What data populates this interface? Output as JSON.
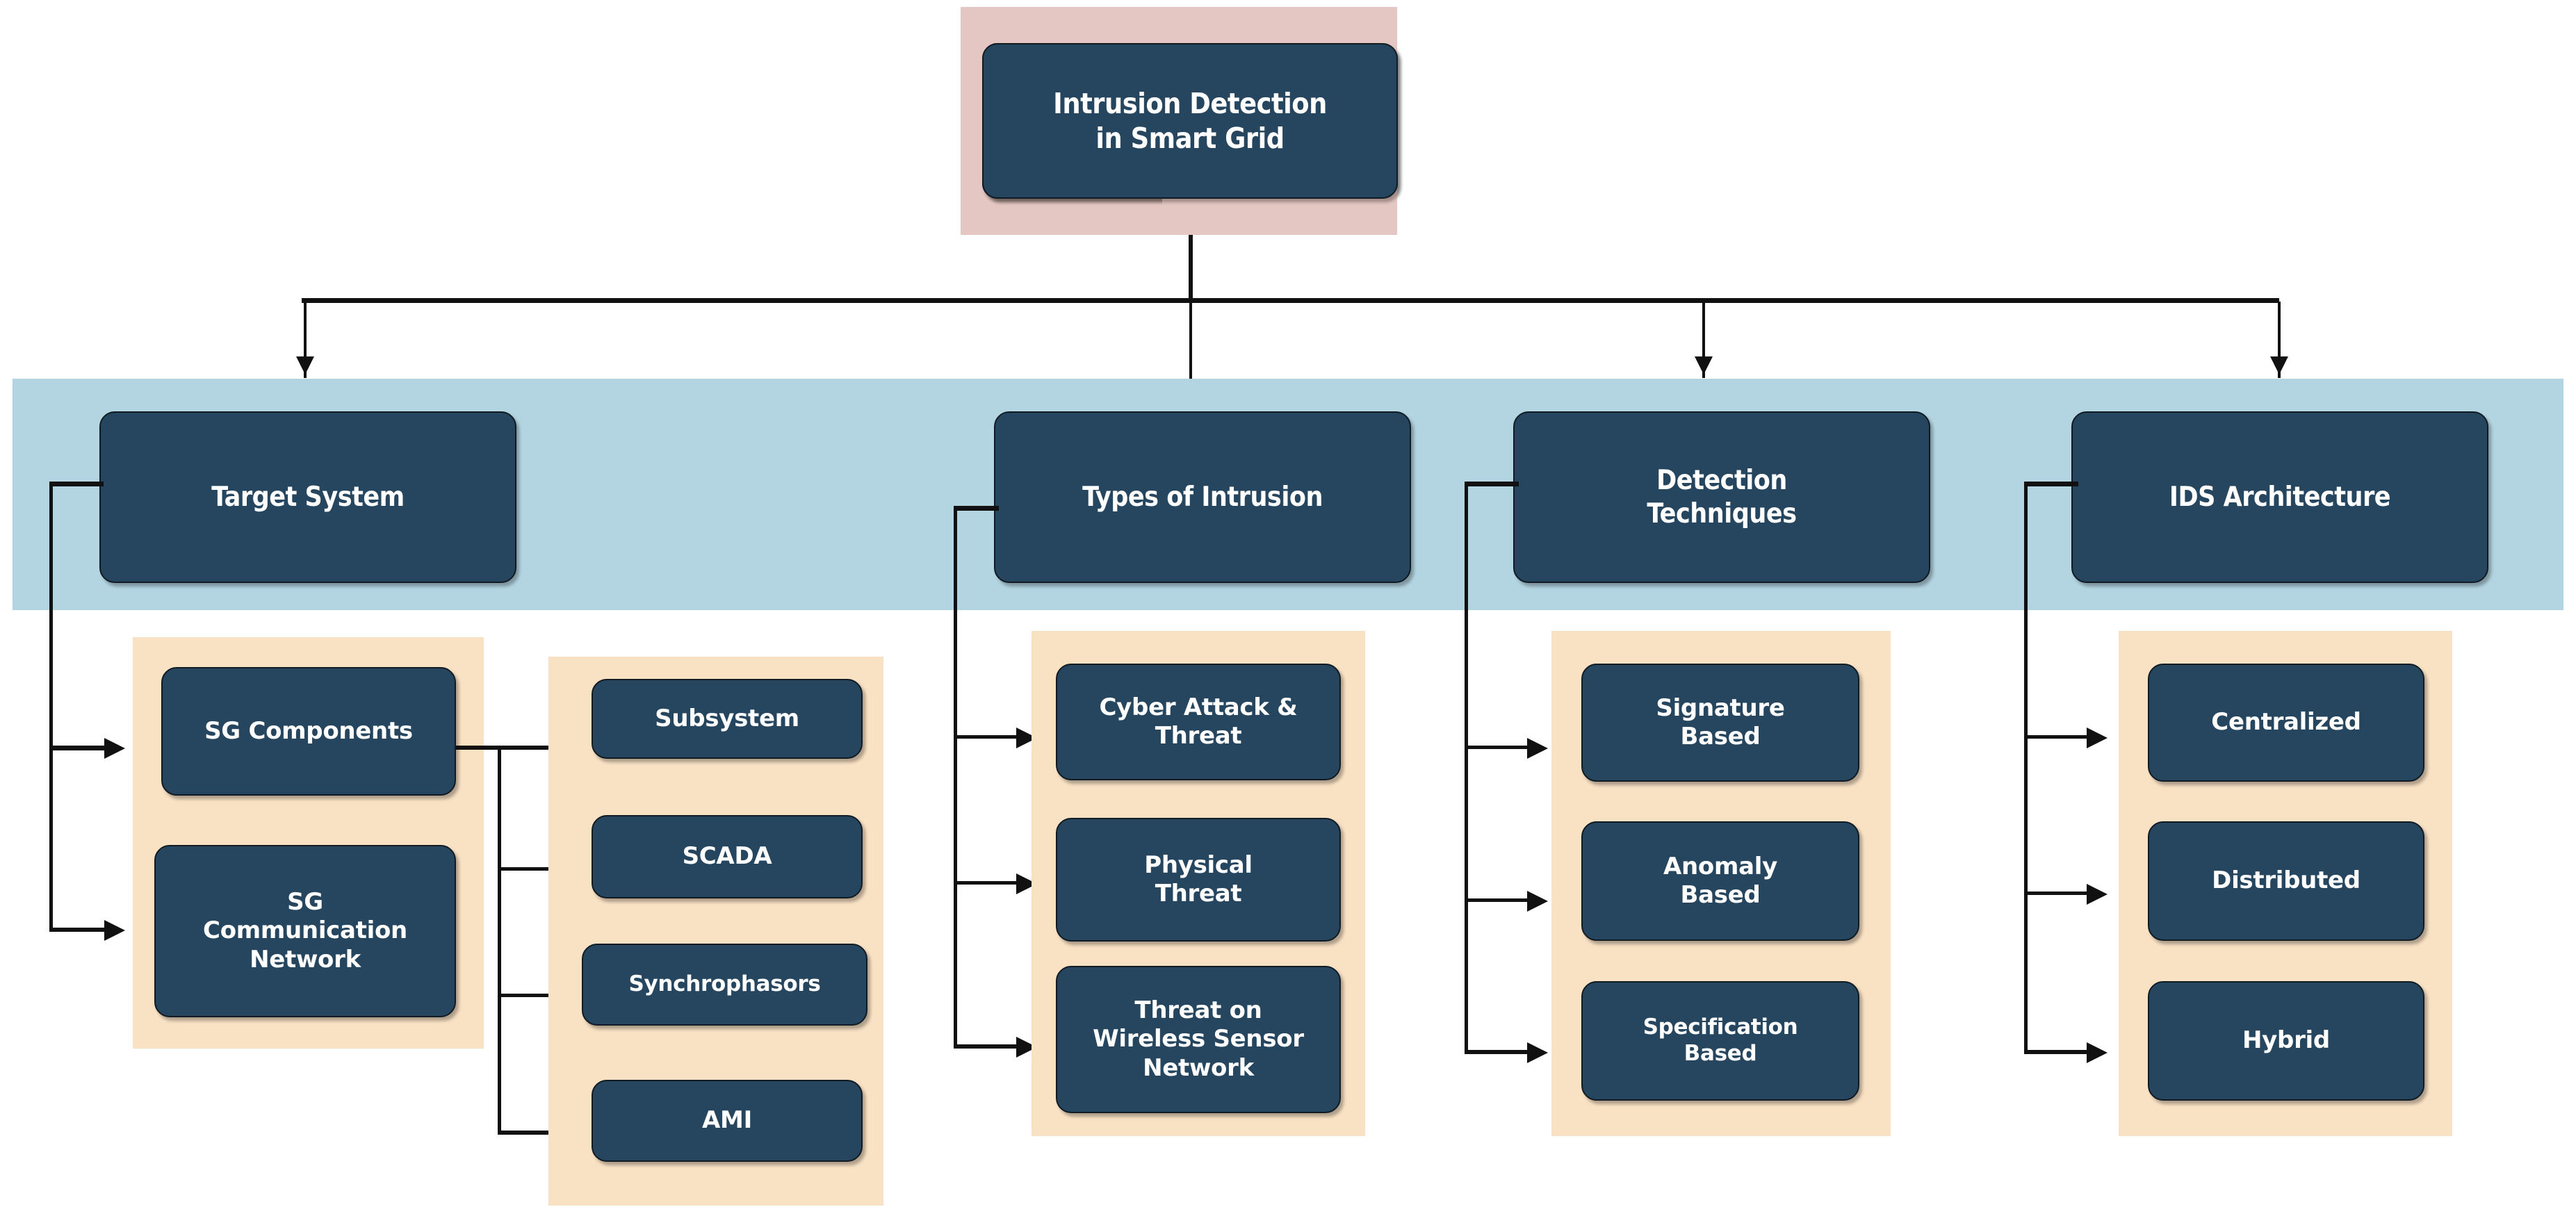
{
  "diagram": {
    "title": "Intrusion Detection in Smart Grid",
    "root": {
      "label": "Intrusion Detection\nin Smart Grid"
    },
    "level2": [
      {
        "label": "Target System"
      },
      {
        "label": "Types of Intrusion"
      },
      {
        "label": "Detection\nTechniques"
      },
      {
        "label": "IDS Architecture"
      }
    ],
    "target_system_children": [
      {
        "label": "SG Components"
      },
      {
        "label": "SG\nCommunication\nNetwork"
      }
    ],
    "sg_component_children": [
      {
        "label": "Subsystem"
      },
      {
        "label": "SCADA"
      },
      {
        "label": "Synchrophasors"
      },
      {
        "label": "AMI"
      }
    ],
    "types_of_intrusion_children": [
      {
        "label": "Cyber Attack &\nThreat"
      },
      {
        "label": "Physical\nThreat"
      },
      {
        "label": "Threat on\nWireless Sensor\nNetwork"
      }
    ],
    "detection_techniques_children": [
      {
        "label": "Signature\nBased"
      },
      {
        "label": "Anomaly\nBased"
      },
      {
        "label": "Specification\nBased"
      }
    ],
    "ids_architecture_children": [
      {
        "label": "Centralized"
      },
      {
        "label": "Distributed"
      },
      {
        "label": "Hybrid"
      }
    ],
    "colors": {
      "node_fill": "#26465f",
      "node_border": "#101b24",
      "node_text": "#ffffff",
      "root_band": "#e4c7c2",
      "level2_band": "#b3d5e2",
      "group_band": "#f9e1c4",
      "connector": "#111111",
      "connector_brown": "#4a3118",
      "page_background": "#ffffff"
    }
  }
}
